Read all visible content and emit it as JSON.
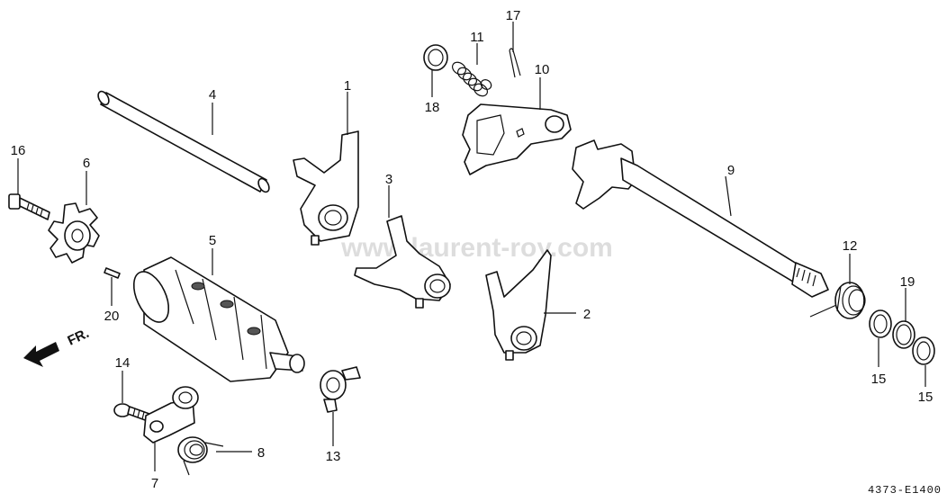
{
  "figure_code": "4373-E1400",
  "direction_label": "FR.",
  "watermark": "www.laurent-roy.com",
  "callouts": [
    "1",
    "2",
    "3",
    "4",
    "5",
    "6",
    "7",
    "8",
    "9",
    "10",
    "11",
    "12",
    "13",
    "14",
    "15",
    "15",
    "16",
    "17",
    "18",
    "19",
    "20"
  ],
  "colors": {
    "line": "#111111",
    "background": "#ffffff",
    "watermark": "#c8c8c8"
  }
}
